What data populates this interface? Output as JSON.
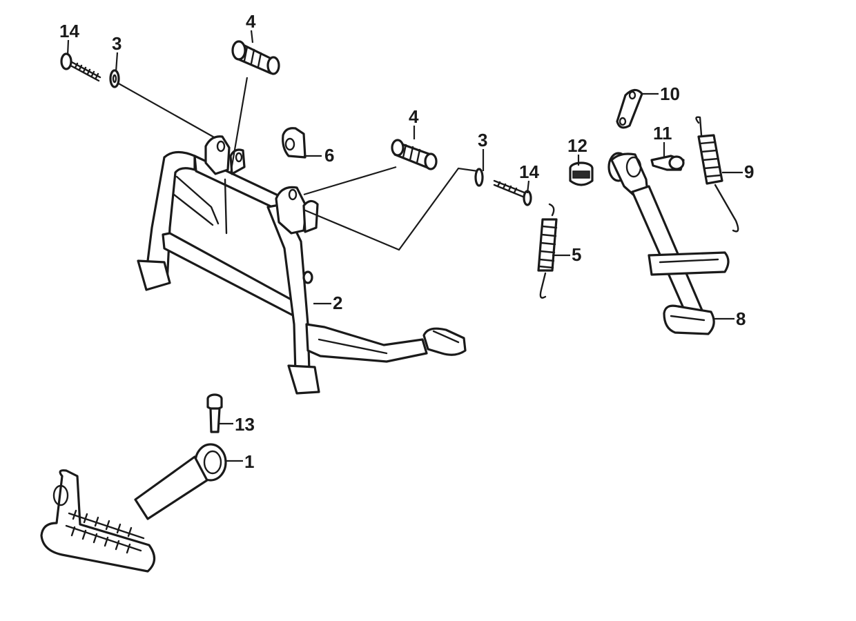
{
  "callouts": [
    {
      "id": "c14a",
      "label": "14"
    },
    {
      "id": "c3a",
      "label": "3"
    },
    {
      "id": "c4a",
      "label": "4"
    },
    {
      "id": "c6",
      "label": "6"
    },
    {
      "id": "c4b",
      "label": "4"
    },
    {
      "id": "c3b",
      "label": "3"
    },
    {
      "id": "c14b",
      "label": "14"
    },
    {
      "id": "c2",
      "label": "2"
    },
    {
      "id": "c5",
      "label": "5"
    },
    {
      "id": "c12",
      "label": "12"
    },
    {
      "id": "c10",
      "label": "10"
    },
    {
      "id": "c11",
      "label": "11"
    },
    {
      "id": "c9",
      "label": "9"
    },
    {
      "id": "c8",
      "label": "8"
    },
    {
      "id": "c13",
      "label": "13"
    },
    {
      "id": "c1",
      "label": "1"
    }
  ]
}
